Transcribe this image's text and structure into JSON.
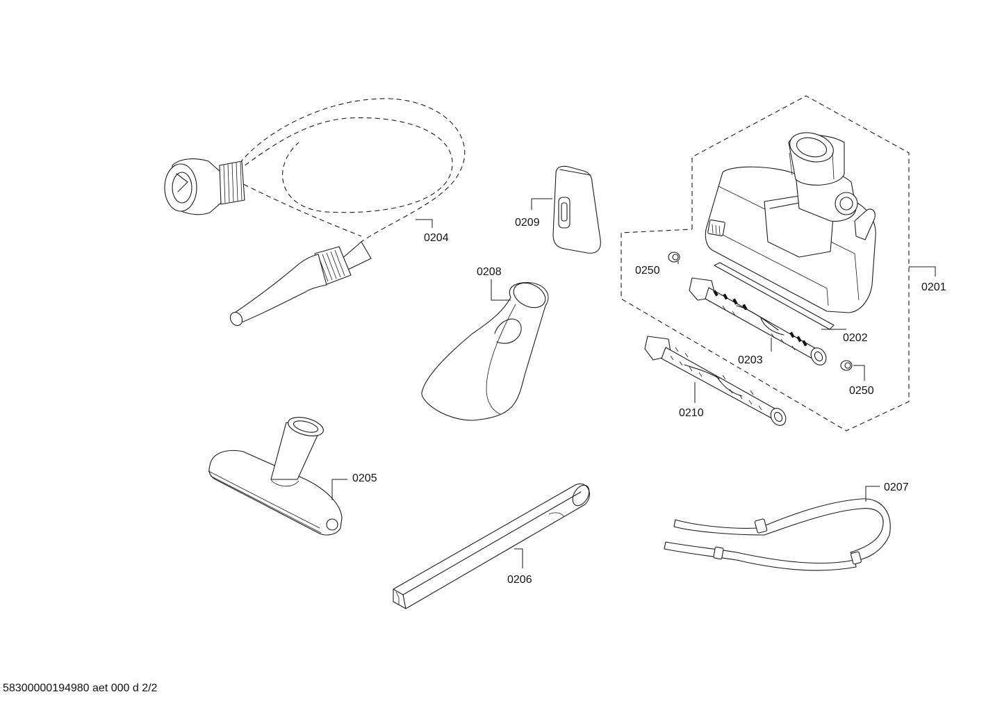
{
  "labels": {
    "p0201": "0201",
    "p0202": "0202",
    "p0203": "0203",
    "p0204": "0204",
    "p0205": "0205",
    "p0206": "0206",
    "p0207": "0207",
    "p0208": "0208",
    "p0209": "0209",
    "p0210": "0210",
    "p0250a": "0250",
    "p0250b": "0250"
  },
  "footer": {
    "doc_id": "58300000194980 aet 000 d 2/2"
  },
  "colors": {
    "line": "#1a1a1a",
    "background": "#ffffff"
  }
}
